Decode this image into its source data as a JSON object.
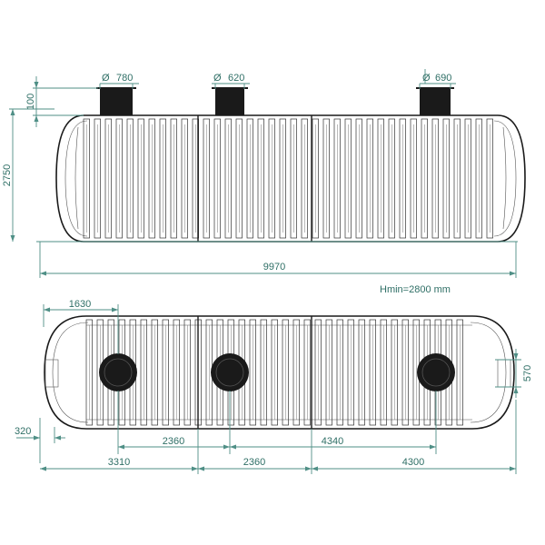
{
  "drawing": {
    "side_view": {
      "top_diam_1": "780",
      "top_diam_2": "620",
      "top_diam_3": "690",
      "neck_height": "100",
      "height": "2750",
      "length": "9970",
      "min_depth": "Hmin=2800 mm"
    },
    "plan_view": {
      "end_offset": "1630",
      "side_offset": "570",
      "wall_offset": "320",
      "spacing_lower_a": "2360",
      "spacing_lower_b": "4340",
      "bottom_a": "3310",
      "bottom_b": "2360",
      "bottom_c": "4300"
    },
    "diameter_symbol": "Ø",
    "colors": {
      "dimension": "#4f8f86",
      "ink": "#1a1a1a"
    }
  }
}
